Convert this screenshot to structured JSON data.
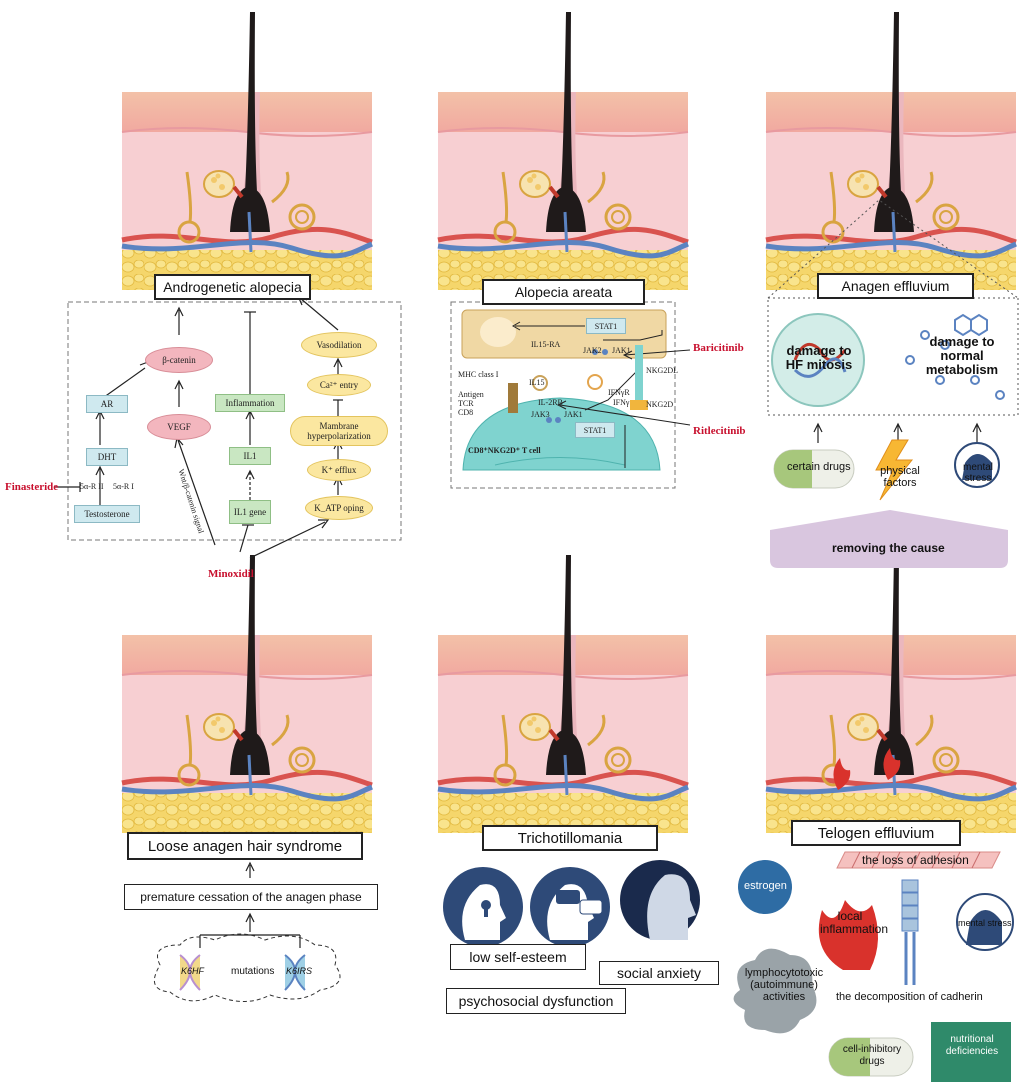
{
  "panels": {
    "androgenetic": {
      "title": "Androgenetic alopecia",
      "nodes": {
        "beta_catenin": "β-catenin",
        "ar": "AR",
        "vegf": "VEGF",
        "dht": "DHT",
        "testosterone": "Testosterone",
        "r2": "5α-R II",
        "r1": "5α-R I",
        "inflammation": "Inflammation",
        "il1": "IL1",
        "il1_gene": "IL1 gene",
        "vasodilation": "Vasodilation",
        "ca_entry": "Ca²⁺ entry",
        "membrane": "Mambrane hyperpolarization",
        "k_efflux": "K⁺ efflux",
        "k_atp": "K_ATP oping",
        "wnt": "Wnt/β-catenin signal"
      },
      "drugs": {
        "finasteride": "Finasteride",
        "minoxidil": "Minoxidil"
      }
    },
    "areata": {
      "title": "Alopecia areata",
      "labels": {
        "stat1_top": "STAT1",
        "il15ra": "IL15-RA",
        "jak2": "JAK2",
        "jak1_top": "JAK1",
        "nkg2dl": "NKG2DL",
        "mhc": "MHC class I",
        "il15": "IL15",
        "ifngr": "IFNγR",
        "antigen": "Antigen",
        "tcr": "TCR",
        "cd8": "CD8",
        "il2rb": "IL-2RB",
        "jak3": "JAK3",
        "jak1_bottom": "JAK1",
        "ifng": "IFNγ",
        "nkg2d": "NKG2D",
        "stat1_bottom": "STAT1",
        "cell": "CD8⁺NKG2D⁺ T cell"
      },
      "drugs": {
        "baricitinib": "Baricitinib",
        "ritlecitinib": "Ritlecitinib"
      }
    },
    "anagen": {
      "title": "Anagen effluvium",
      "hf": "damage to HF mitosis",
      "metabolism": "damage to normal metabolism",
      "causes": [
        "certain drugs",
        "physical factors",
        "mental stress"
      ],
      "remedy": "removing the cause"
    },
    "loose": {
      "title": "Loose anagen hair syndrome",
      "step": "premature cessation of the anagen phase",
      "genes": [
        "K6HF",
        "K6IRS"
      ],
      "mutations": "mutations"
    },
    "tricho": {
      "title": "Trichotillomania",
      "effects": [
        "low self-esteem",
        "social anxiety",
        "psychosocial dysfunction"
      ]
    },
    "telogen": {
      "title": "Telogen effluvium",
      "adhesion": "the loss of adhesion",
      "estrogen": "estrogen",
      "inflammation": "local inflammation",
      "stress": "mental stress",
      "lympho": "lymphocytotoxic (autoimmune) activities",
      "cadherin": "the decomposition of cadherin",
      "drugs": "cell-inhibitory drugs",
      "nutrition": "nutritional deficiencies"
    }
  },
  "colors": {
    "epidermis": "#f6c3a4",
    "dermis": "#f7cfd2",
    "fat": "#f5d66b",
    "hair": "#1f1a1a",
    "artery": "#d9534f",
    "vein": "#5b83c1",
    "gland": "#d9a441",
    "drug_red": "#c8102e",
    "tcell": "#7fd3cf",
    "box_purple": "#d9c6df"
  }
}
